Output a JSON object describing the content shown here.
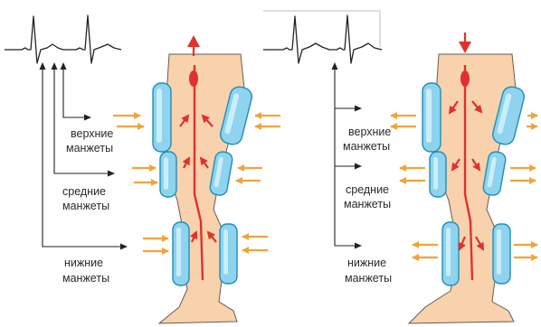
{
  "labels": {
    "left": {
      "upper": [
        "верхние",
        "манжеты"
      ],
      "middle": [
        "средние",
        "манжеты"
      ],
      "lower": [
        "нижние",
        "манжеты"
      ]
    },
    "right": {
      "upper": [
        "верхние",
        "манжеты"
      ],
      "middle": [
        "средние",
        "манжеты"
      ],
      "lower": [
        "нижние",
        "манжеты"
      ]
    }
  },
  "colors": {
    "skin": "#f7d2ad",
    "cuff": "#8fd3ee",
    "cuff_outline": "#1c8fb8",
    "blood_flow": "#e0312e",
    "pressure_arrows": "#f2a43a",
    "lines": "#222222"
  }
}
